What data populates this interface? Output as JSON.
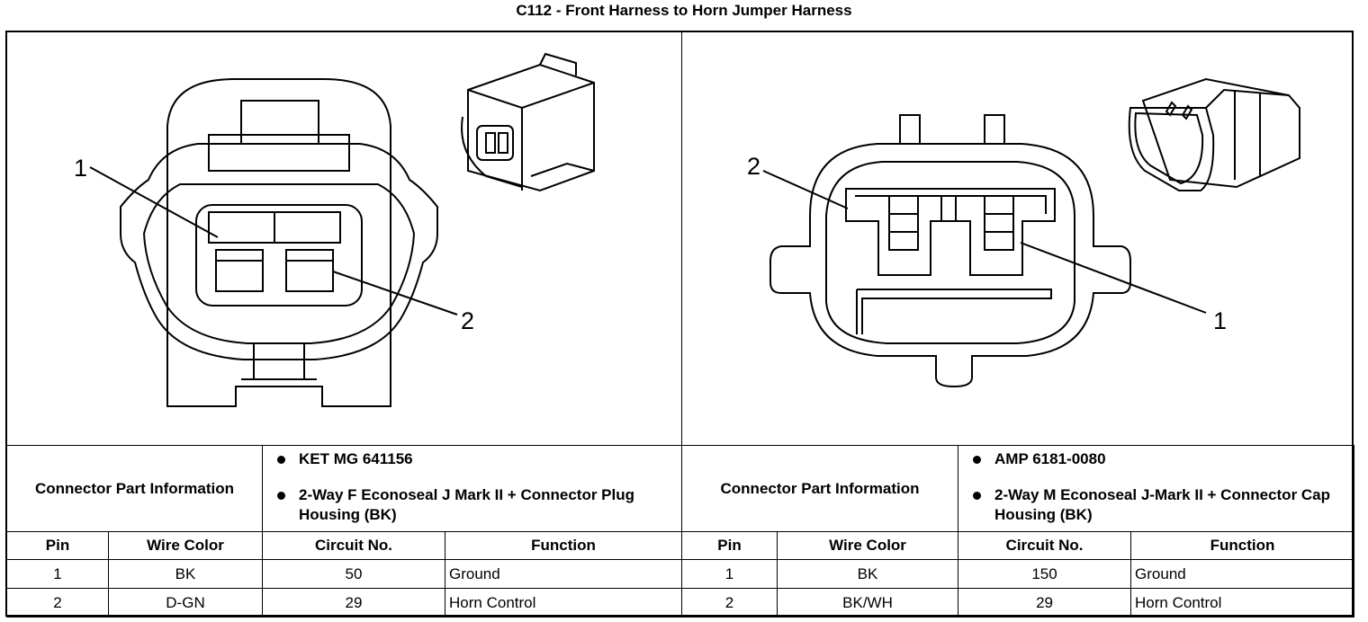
{
  "title": "C112 - Front Harness to Horn Jumper Harness",
  "left": {
    "pin_callouts": [
      "1",
      "2"
    ],
    "connector_part_info_label": "Connector Part Information",
    "part_info": [
      "KET MG 641156",
      "2-Way F Econoseal J Mark II + Connector Plug Housing (BK)"
    ],
    "headers": [
      "Pin",
      "Wire Color",
      "Circuit No.",
      "Function"
    ],
    "rows": [
      [
        "1",
        "BK",
        "50",
        "Ground"
      ],
      [
        "2",
        "D-GN",
        "29",
        "Horn Control"
      ]
    ]
  },
  "right": {
    "pin_callouts": [
      "2",
      "1"
    ],
    "connector_part_info_label": "Connector Part Information",
    "part_info": [
      "AMP 6181-0080",
      "2-Way M Econoseal J-Mark II + Connector Cap Housing (BK)"
    ],
    "headers": [
      "Pin",
      "Wire Color",
      "Circuit No.",
      "Function"
    ],
    "rows": [
      [
        "1",
        "BK",
        "150",
        "Ground"
      ],
      [
        "2",
        "BK/WH",
        "29",
        "Horn Control"
      ]
    ]
  }
}
